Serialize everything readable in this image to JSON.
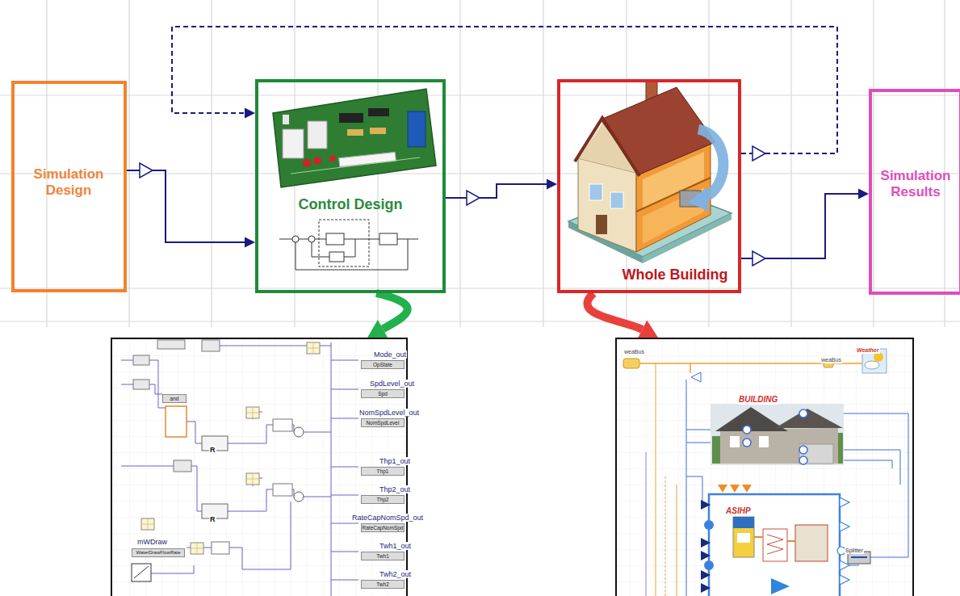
{
  "diagram": {
    "nodes": [
      {
        "text": [
          "Simulation Design"
        ]
      },
      {
        "text": [
          "Control Design"
        ]
      },
      {
        "text": [
          "Whole Building"
        ]
      },
      {
        "text": [
          "Simulation Results"
        ]
      },
      {
        "text": [
          "Mode_out",
          "OpState",
          "SpdLevel_out",
          "Spd",
          "NomSpdLevel_out",
          "NomSpdLevel",
          "Thp1_out",
          "Thp1",
          "Thp2_out",
          "Thp2",
          "RateCapNomSpd_out",
          "RateCapNomSpd",
          "Twh1_out",
          "Twh1",
          "Twh2_out",
          "Twh2",
          "mWDraw",
          "WaterDrawFlowRate",
          "and",
          "R",
          "R"
        ]
      },
      {
        "text": [
          "weaBus",
          "weaBus",
          "Weather",
          "BUILDING",
          "ASIHP",
          "Splitter"
        ]
      }
    ],
    "edges": [
      {
        "from": 0,
        "to": 1,
        "arrow": "to"
      },
      {
        "from": 1,
        "to": 2,
        "arrow": "to"
      },
      {
        "from": 2,
        "to": 3,
        "arrow": "to"
      },
      {
        "from": 2,
        "to": 1,
        "arrow": "to"
      },
      {
        "from": 1,
        "to": 4,
        "arrow": "to"
      },
      {
        "from": 2,
        "to": 5,
        "arrow": "to"
      }
    ]
  }
}
